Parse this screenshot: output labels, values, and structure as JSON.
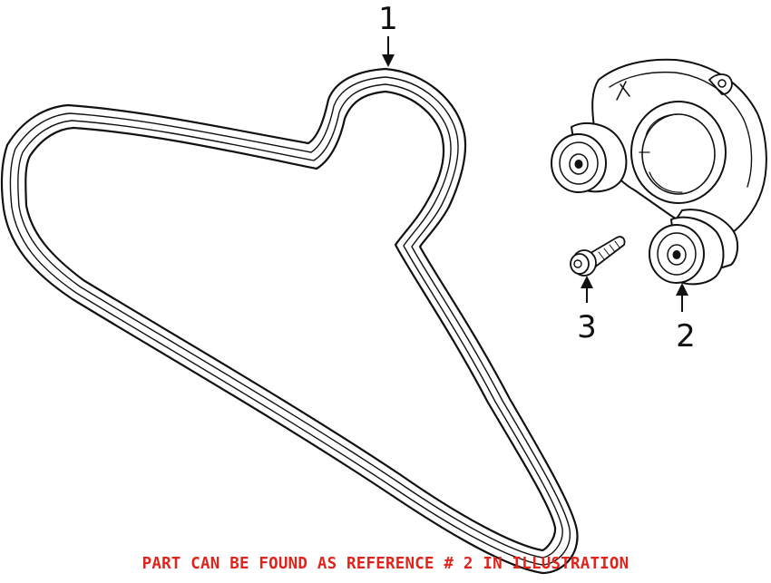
{
  "callouts": [
    {
      "ref": "1",
      "part": "serpentine belt"
    },
    {
      "ref": "2",
      "part": "belt tensioner"
    },
    {
      "ref": "3",
      "part": "bolt"
    }
  ],
  "footer": {
    "note": "PART CAN BE FOUND AS REFERENCE # 2 IN ILLUSTRATION",
    "color": "#e0241b"
  },
  "colors": {
    "line": "#111111",
    "fill": "#ffffff"
  }
}
